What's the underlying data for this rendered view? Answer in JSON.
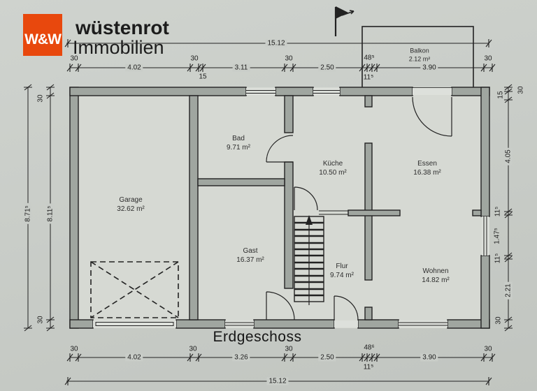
{
  "brand": {
    "logo_mark": "W&W",
    "name": "wüstenrot",
    "division": "Immobilien"
  },
  "plan": {
    "title": "Erdgeschoss"
  },
  "rooms": {
    "garage": {
      "name": "Garage",
      "area": "32.62 m²"
    },
    "bad": {
      "name": "Bad",
      "area": "9.71 m²"
    },
    "kueche": {
      "name": "Küche",
      "area": "10.50 m²"
    },
    "essen": {
      "name": "Essen",
      "area": "16.38 m²"
    },
    "gast": {
      "name": "Gast",
      "area": "16.37 m²"
    },
    "flur": {
      "name": "Flur",
      "area": "9.74 m²"
    },
    "wohnen": {
      "name": "Wohnen",
      "area": "14.82 m²"
    },
    "balkon": {
      "name": "Balkon",
      "area": "2.12 m²"
    }
  },
  "dims": {
    "total_top": "15.12",
    "total_bottom": "15.12",
    "top": {
      "t1": "30",
      "t2": "4.02",
      "t3": "30",
      "t4": "15",
      "t5": "3.11",
      "t6": "30",
      "t7": "2.50",
      "t8": "48⁵",
      "t9": "11⁵",
      "t10": "3.90",
      "t11": "30"
    },
    "bottom": {
      "b1": "30",
      "b2": "4.02",
      "b3": "30",
      "b4": "3.26",
      "b5": "30",
      "b6": "2.50",
      "b7": "48⁶",
      "b8": "11⁵",
      "b9": "3.90",
      "b10": "30"
    },
    "left": {
      "outer": "8.71⁵",
      "top30": "30",
      "inner": "8.11⁵",
      "bottom30": "30"
    },
    "right": {
      "r1": "15",
      "r2": "30",
      "r3": "4.05",
      "r4": "11⁵",
      "r5": "1.47⁵",
      "r6": "11⁵",
      "r7": "2.21",
      "r8": "30"
    }
  },
  "colors": {
    "paper": "#c9cdc8",
    "room": "#d6d9d3",
    "wall": "#a0a6a0",
    "line": "#222222",
    "logo": "#e8480d"
  }
}
